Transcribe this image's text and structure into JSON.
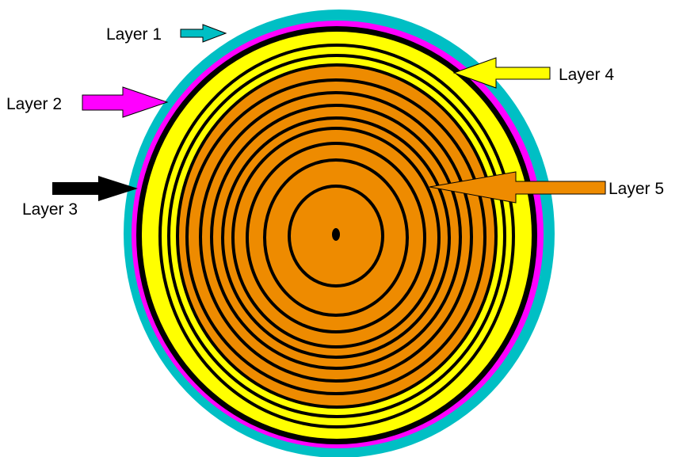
{
  "labels": {
    "layer1": "Layer 1",
    "layer2": "Layer 2",
    "layer3": "Layer 3",
    "layer4": "Layer 4",
    "layer5": "Layer 5"
  },
  "colors": {
    "layer1": "#00BFC4",
    "layer2": "#FF00FF",
    "layer3": "#000000",
    "layer4": "#FFFF00",
    "layer5": "#EE8B00",
    "ring_line": "#000000"
  },
  "icons": [
    "arrow-icon"
  ]
}
